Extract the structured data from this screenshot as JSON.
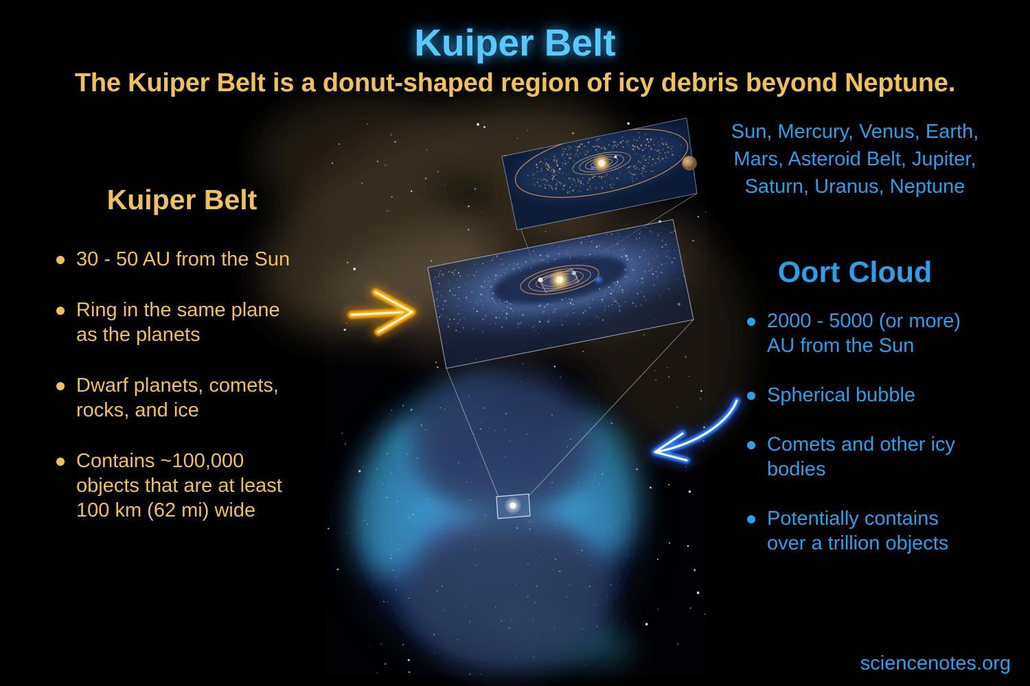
{
  "page": {
    "title": "Kuiper Belt",
    "subtitle": "The Kuiper Belt is a donut-shaped region of icy debris beyond Neptune.",
    "source": "sciencenotes.org"
  },
  "left_panel": {
    "heading": "Kuiper Belt",
    "bullets": [
      "30 - 50 AU from the Sun",
      "Ring in the same plane\nas the planets",
      "Dwarf planets, comets,\nrocks, and ice",
      "Contains ~100,000\nobjects that are at least\n100 km (62 mi) wide"
    ]
  },
  "right_panel": {
    "planets_label": "Sun, Mercury, Venus, Earth,\nMars, Asteroid Belt, Jupiter,\nSaturn, Uranus, Neptune",
    "heading": "Oort Cloud",
    "bullets": [
      "2000 - 5000 (or more)\nAU from the Sun",
      "Spherical bubble",
      "Comets and other icy\nbodies",
      "Potentially contains\nover a trillion objects"
    ]
  },
  "colors": {
    "title_blue": "#5BC9F8",
    "gold": "#EFC15C",
    "blue": "#2B9FE9",
    "arrow_yellow": "#FFAD0D",
    "arrow_blue": "#2E7BFF",
    "background": "#000000"
  }
}
